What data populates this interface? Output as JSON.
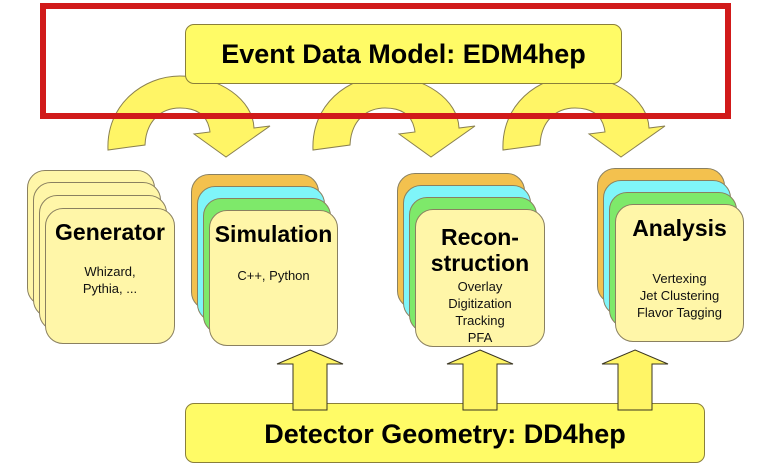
{
  "top_banner": {
    "label": "Event Data Model: EDM4hep"
  },
  "bottom_banner": {
    "label": "Detector Geometry: DD4hep"
  },
  "stages": [
    {
      "title": "Generator",
      "body": [
        "Whizard,",
        "Pythia, ..."
      ]
    },
    {
      "title": "Simulation",
      "body": [
        "C++, Python"
      ]
    },
    {
      "title": "Recon-\nstruction",
      "title_lines": [
        "Recon-",
        "struction"
      ],
      "body": [
        "Overlay",
        "Digitization",
        "Tracking",
        "PFA"
      ]
    },
    {
      "title": "Analysis",
      "body": [
        "Vertexing",
        "Jet Clustering",
        "Flavor Tagging"
      ]
    }
  ],
  "colors": {
    "highlight_frame": "#d11a1a",
    "banner_yellow": "#fffb66",
    "card_front": "#fff6a8",
    "layer_orange": "#f3c14e",
    "layer_cyan": "#7ff5f9",
    "layer_green": "#7ee96a",
    "arrow_yellow": "#fff566"
  },
  "icons": {
    "curved_arrow": "curved-arrow-icon",
    "up_arrow": "up-arrow-icon"
  }
}
